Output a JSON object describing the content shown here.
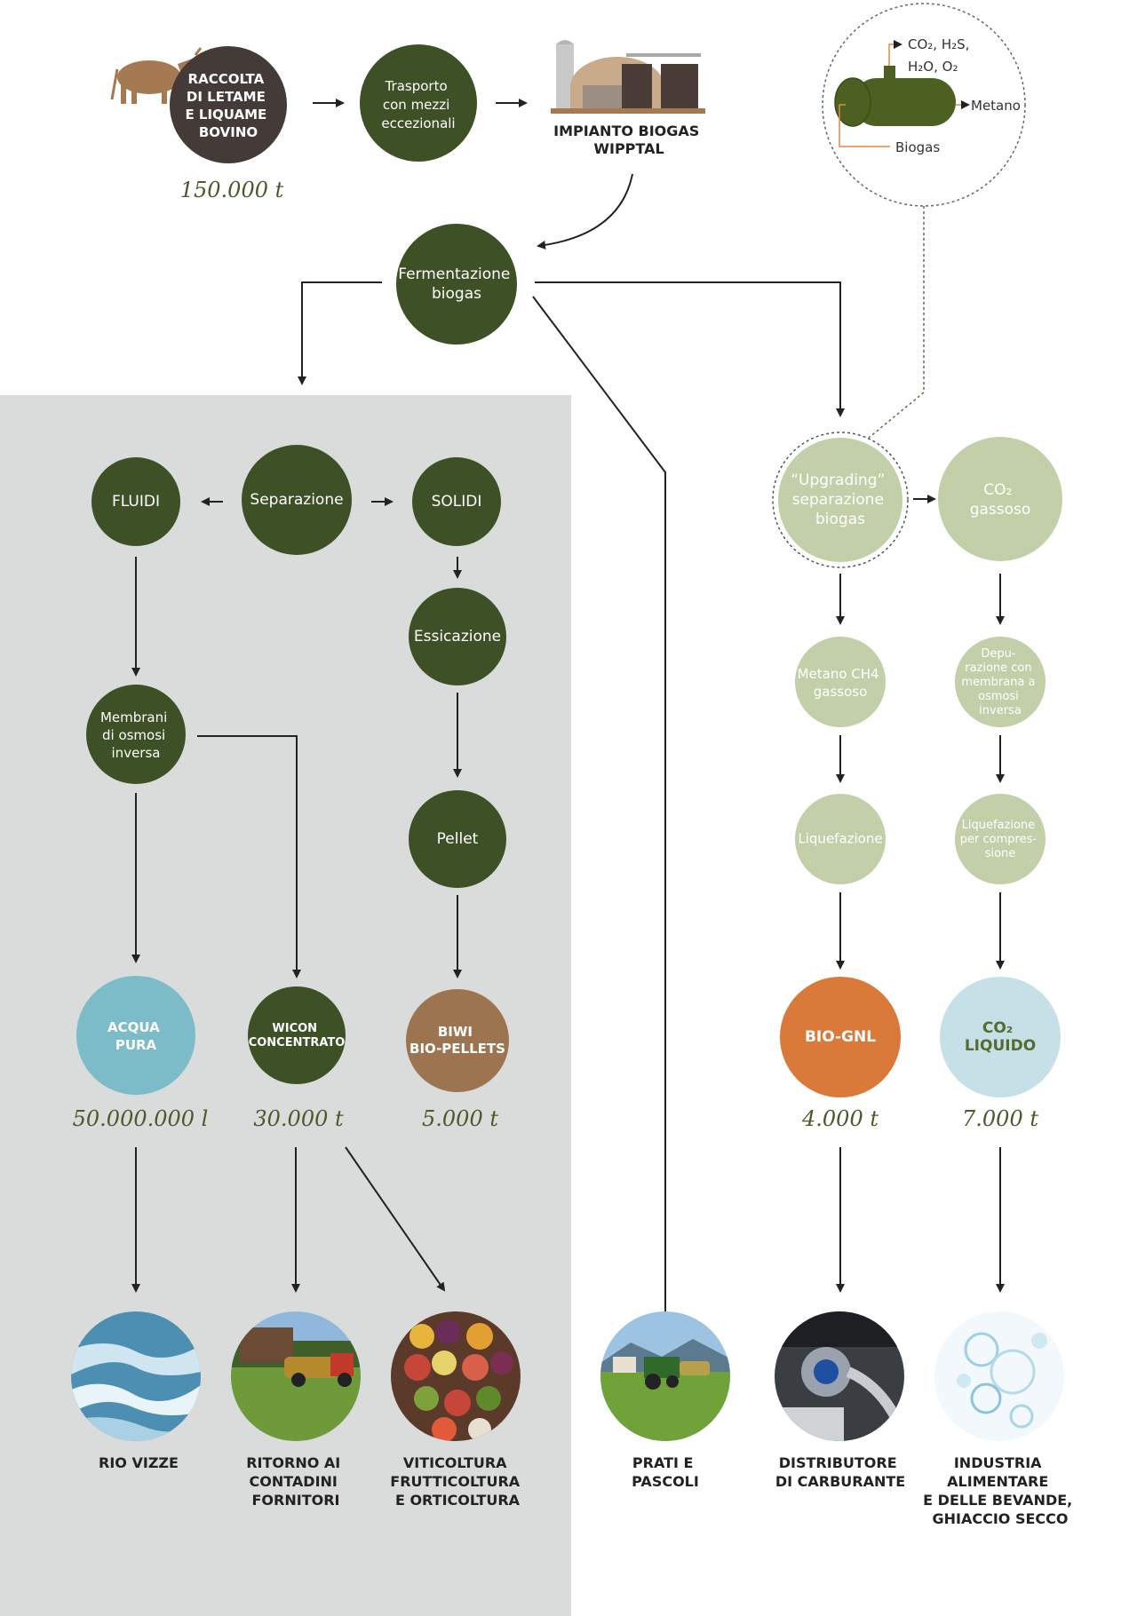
{
  "colors": {
    "dark_green": "#3e5025",
    "light_green": "#c3cfa9",
    "brown_dark": "#443b38",
    "water_blue": "#7bbcc8",
    "light_blue": "#c5e0e6",
    "pellet_brown": "#9c7550",
    "orange": "#d97a3a",
    "grey_panel": "#dadcdb",
    "tank_green": "#4c6121",
    "accent_orange": "#e08a44"
  },
  "top": {
    "raccolta": [
      "RACCOLTA",
      "DI LETAME",
      "E LIQUAME",
      "BOVINO"
    ],
    "raccolta_qty": "150.000 t",
    "trasporto": [
      "Trasporto",
      "con mezzi",
      "eccezionali"
    ],
    "impianto": [
      "IMPIANTO BIOGAS",
      "WIPPTAL"
    ]
  },
  "tank": {
    "gases_line1": "CO₂, H₂S,",
    "gases_line2": "H₂O, O₂",
    "metano": "Metano",
    "biogas": "Biogas"
  },
  "fermentazione": [
    "Fermentazione",
    "biogas"
  ],
  "left": {
    "separazione": "Separazione",
    "fluidi": "FLUIDI",
    "solidi": "SOLIDI",
    "essicazione": "Essicazione",
    "membrani": [
      "Membrani",
      "di osmosi",
      "inversa"
    ],
    "pellet": "Pellet",
    "acqua": [
      "ACQUA",
      "PURA"
    ],
    "wicon": [
      "WICON",
      "CONCENTRATO"
    ],
    "biwi": [
      "BIWI",
      "BIO-PELLETS"
    ],
    "qty_acqua": "50.000.000 l",
    "qty_wicon": "30.000 t",
    "qty_biwi": "5.000 t"
  },
  "right": {
    "upgrading": [
      "“Upgrading”",
      "separazione",
      "biogas"
    ],
    "co2": [
      "CO₂",
      "gassoso"
    ],
    "metano_ch4": [
      "Metano CH4",
      "gassoso"
    ],
    "depurazione": [
      "Depu-",
      "razione con",
      "membrana a",
      "osmosi",
      "inversa"
    ],
    "liquefazione": "Liquefazione",
    "liquefazione_comp": [
      "Liquefazione",
      "per compres-",
      "sione"
    ],
    "bio_gnl": "BIO-GNL",
    "co2_liquido": [
      "CO₂",
      "LIQUIDO"
    ],
    "qty_gnl": "4.000 t",
    "qty_co2": "7.000 t"
  },
  "destinations": {
    "rio": [
      "RIO VIZZE"
    ],
    "ritorno": [
      "RITORNO AI",
      "CONTADINI",
      "FORNITORI"
    ],
    "viticoltura": [
      "VITICOLTURA",
      "FRUTTICOLTURA",
      "E ORTICOLTURA"
    ],
    "prati": [
      "PRATI E",
      "PASCOLI"
    ],
    "distributore": [
      "DISTRIBUTORE",
      "DI CARBURANTE"
    ],
    "industria": [
      "INDUSTRIA",
      "ALIMENTARE",
      "E DELLE BEVANDE,",
      "GHIACCIO SECCO"
    ]
  }
}
